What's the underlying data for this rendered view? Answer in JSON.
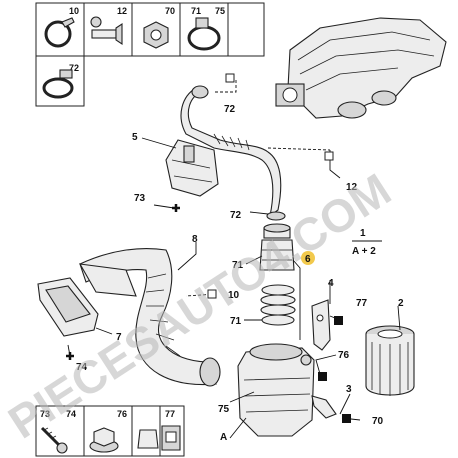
{
  "legend_top": [
    {
      "ref": "10",
      "icon": "hose-clamp-icon"
    },
    {
      "ref": "12",
      "icon": "plastic-rivet-icon"
    },
    {
      "ref": "70",
      "icon": "hex-nut-icon"
    },
    {
      "ref": "71",
      "icon": "worm-clamp-icon"
    },
    {
      "ref": "75",
      "icon": "spring-clamp-icon"
    }
  ],
  "legend_left": [
    {
      "ref": "72",
      "icon": "ring-clamp-icon"
    }
  ],
  "legend_bottom": [
    {
      "ref": "73",
      "icon": "screw-icon"
    },
    {
      "ref": "74",
      "icon": "bolt-icon"
    },
    {
      "ref": "76",
      "icon": "washer-nut-icon"
    },
    {
      "ref": "77",
      "icon": "clip-nut-icon"
    }
  ],
  "callouts": {
    "c72a": "72",
    "c5": "5",
    "c12": "12",
    "c73": "73",
    "c72b": "72",
    "c8": "8",
    "c1": "1",
    "c1sub": "A + 2",
    "c71a": "71",
    "c6": "6",
    "c4": "4",
    "c10": "10",
    "c77": "77",
    "c2": "2",
    "c7": "7",
    "c71b": "71",
    "c74": "74",
    "c76": "76",
    "c3": "3",
    "c75": "75",
    "c70": "70",
    "cA": "A"
  },
  "watermark": "PIECESAUTO4.COM",
  "colors": {
    "line": "#222222",
    "part": "#ededed",
    "highlight": "#f2c94c",
    "watermark": "#b8b8b8"
  }
}
